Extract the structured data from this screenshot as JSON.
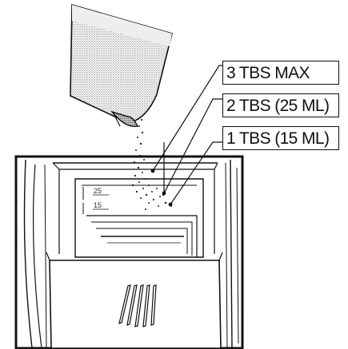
{
  "callouts": {
    "max": "3 TBS MAX",
    "two_tbs": "2 TBS (25 ML)",
    "one_tbs": "1 TBS (15 ML)"
  },
  "cup_markings": {
    "upper": "25",
    "lower": "15"
  },
  "colors": {
    "line": "#111111",
    "background": "#ffffff",
    "stipple": "#777777"
  }
}
